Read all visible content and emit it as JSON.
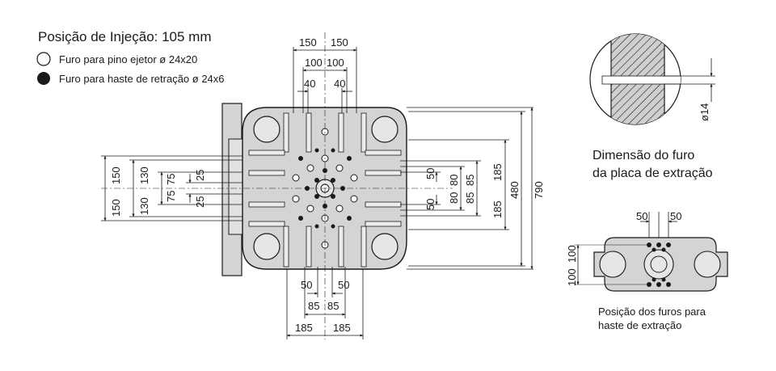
{
  "title": "Posição de Injeção: 105 mm",
  "legend": [
    {
      "label": "Furo para pino ejetor ø 24x20",
      "marker": "open-circle-icon"
    },
    {
      "label": "Furo para haste de retração ø 24x6",
      "marker": "filled-circle-icon"
    }
  ],
  "top_dims": {
    "a": "150",
    "b": "150",
    "c": "100",
    "d": "100",
    "e": "40",
    "f": "40"
  },
  "left_dims": {
    "h150a": "150",
    "h150b": "150",
    "h130a": "130",
    "h130b": "130",
    "h75a": "75",
    "h75b": "75",
    "h25a": "25",
    "h25b": "25"
  },
  "right_dims": {
    "r50a": "50",
    "r50b": "50",
    "r80a": "80",
    "r80b": "80",
    "r85a": "85",
    "r85b": "85",
    "r185a": "185",
    "r185b": "185",
    "r480": "480",
    "r790": "790"
  },
  "bottom_dims": {
    "b50a": "50",
    "b50b": "50",
    "b85a": "85",
    "b85b": "85",
    "b185a": "185",
    "b185b": "185"
  },
  "detail": {
    "diameter": "ø14",
    "caption_line1": "Dimensão do furo",
    "caption_line2": "da placa de extração"
  },
  "ejector": {
    "dim_a": "50",
    "dim_b": "50",
    "side_a": "100",
    "side_b": "100",
    "caption_line1": "Posição dos furos para",
    "caption_line2": "haste de extração"
  },
  "colors": {
    "plate_fill": "#d4d4d4",
    "line": "#1a1a1a",
    "dim_line": "#333333"
  }
}
